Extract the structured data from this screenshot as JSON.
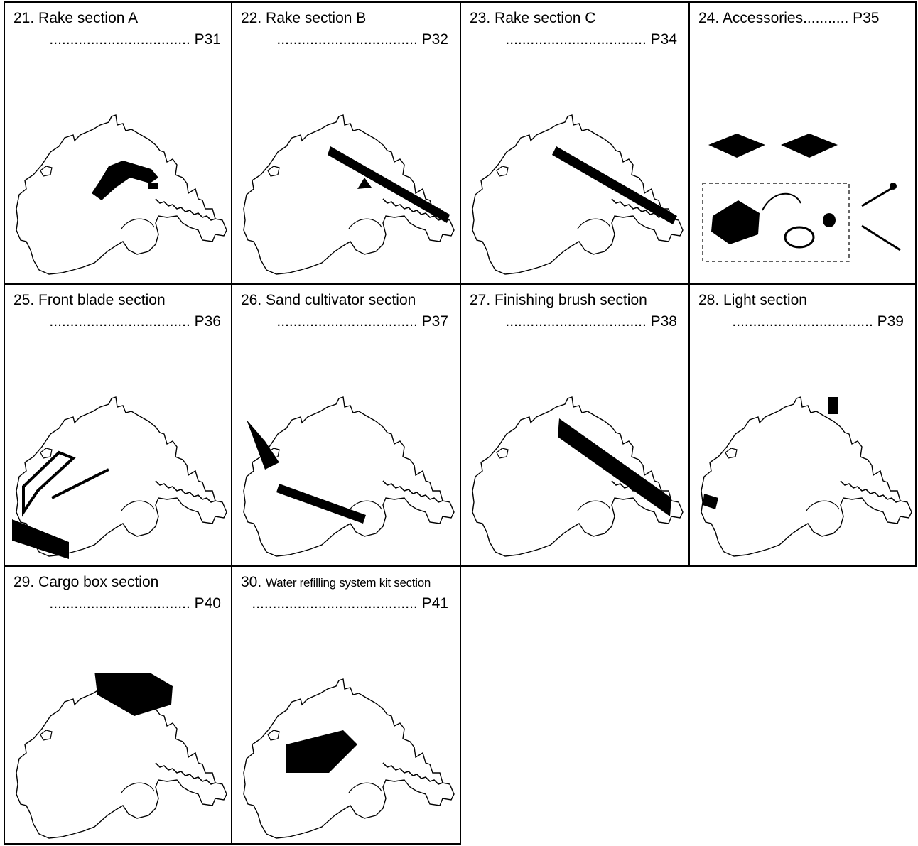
{
  "cells": [
    {
      "num": "21.",
      "title": "Rake section A",
      "dots": "..................................",
      "page": "P31"
    },
    {
      "num": "22.",
      "title": "Rake section B",
      "dots": "..................................",
      "page": "P32"
    },
    {
      "num": "23.",
      "title": "Rake section C",
      "dots": "..................................",
      "page": "P34"
    },
    {
      "num": "24.",
      "title": "Accessories...........",
      "dots": "",
      "page": "P35"
    },
    {
      "num": "25.",
      "title": "Front blade section",
      "dots": "..................................",
      "page": "P36"
    },
    {
      "num": "26.",
      "title": "Sand cultivator section",
      "dots": "..................................",
      "page": "P37"
    },
    {
      "num": "27.",
      "title": "Finishing brush section",
      "dots": "..................................",
      "page": "P38"
    },
    {
      "num": "28.",
      "title": "Light section",
      "dots": "..................................",
      "page": "P39"
    },
    {
      "num": "29.",
      "title": "Cargo box section",
      "dots": "..................................",
      "page": "P40"
    },
    {
      "num": "30.",
      "title": "Water refilling system kit section",
      "dots": "........................................",
      "page": "P41"
    }
  ]
}
